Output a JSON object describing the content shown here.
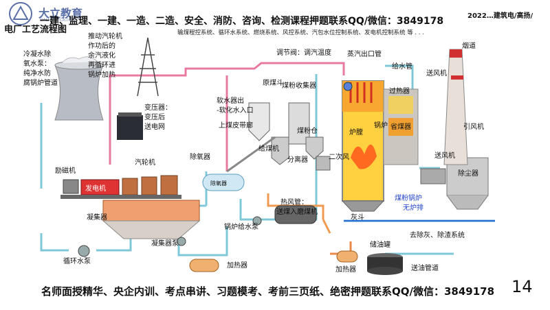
{
  "logo": {
    "text": "大立教育",
    "subtitle": "DALI EDUCATION"
  },
  "header": {
    "banner": "一建、监理、一建、一造、二造、安全、消防、咨询、检测课程押题联系QQ/微信：3849178",
    "right": "2022…建筑电/高扬/",
    "title": "电厂工艺流程图",
    "systems": "输煤程控系统、循环水系统、燃烧系统、风控系统、汽包水位控制系统、发电机控制系统 等 . . ."
  },
  "footer": {
    "banner": "名师面授精华、央企内训、考点串讲、习题模考、考前三页纸、绝密押题联系QQ/微信：3849178",
    "page_number": "14"
  },
  "diagram": {
    "left_note": [
      "冷凝水除",
      "氧水泵：",
      "纯净水防",
      "腐锅炉管道"
    ],
    "turbine_note": [
      "推动汽轮机",
      "作功后的",
      "余汽液化",
      "再循环进",
      "锅炉加热"
    ],
    "transformer_note": [
      "变压器：",
      "变压后",
      "送电网"
    ],
    "softener_note": [
      "软水器出",
      "-软化水入口"
    ],
    "conveyor_label": "上煤皮带廊",
    "regulating_valve": "调节阀：调汽温度",
    "steam_outlet": "蒸汽出口管",
    "feedwater_pipe": "给水管",
    "superheater": "过热器",
    "economizer": "省煤器",
    "drum": "锅炉",
    "furnace": "炉膛",
    "chimney": "烟道",
    "preheater_to": "送风机",
    "induced_fan": "引风机",
    "dust_collector": "除尘器",
    "forced_fan": "送风机",
    "raw_coal_bin": "原煤斗",
    "coal_collector": "煤粉收集器",
    "coal_bin": "煤粉仓",
    "coal_feeder": "给煤机",
    "separator": "分离器",
    "secondary_air": "二次风",
    "hot_air_pipe": "热风管：",
    "to_mill": "送煤入磨煤机",
    "ash_hopper": "灰斗",
    "pulverized_boiler": "煤粉锅炉",
    "no_grate": "无炉排",
    "ash_removal": "去除灰、除渣系统",
    "oil_tank": "储油罐",
    "heater_bottom": "加热器",
    "oil_pipe": "送油管道",
    "exciter": "励磁机",
    "generator": "发电机",
    "turbine": "汽轮机",
    "deaerator": "除氧器",
    "deaerator_tank": "除氧器",
    "condenser": "凝集器",
    "condenser_pump": "凝集器泵",
    "circ_pump": "循环水泵",
    "heater": "加热器",
    "feed_pump": "锅炉给水泵"
  }
}
